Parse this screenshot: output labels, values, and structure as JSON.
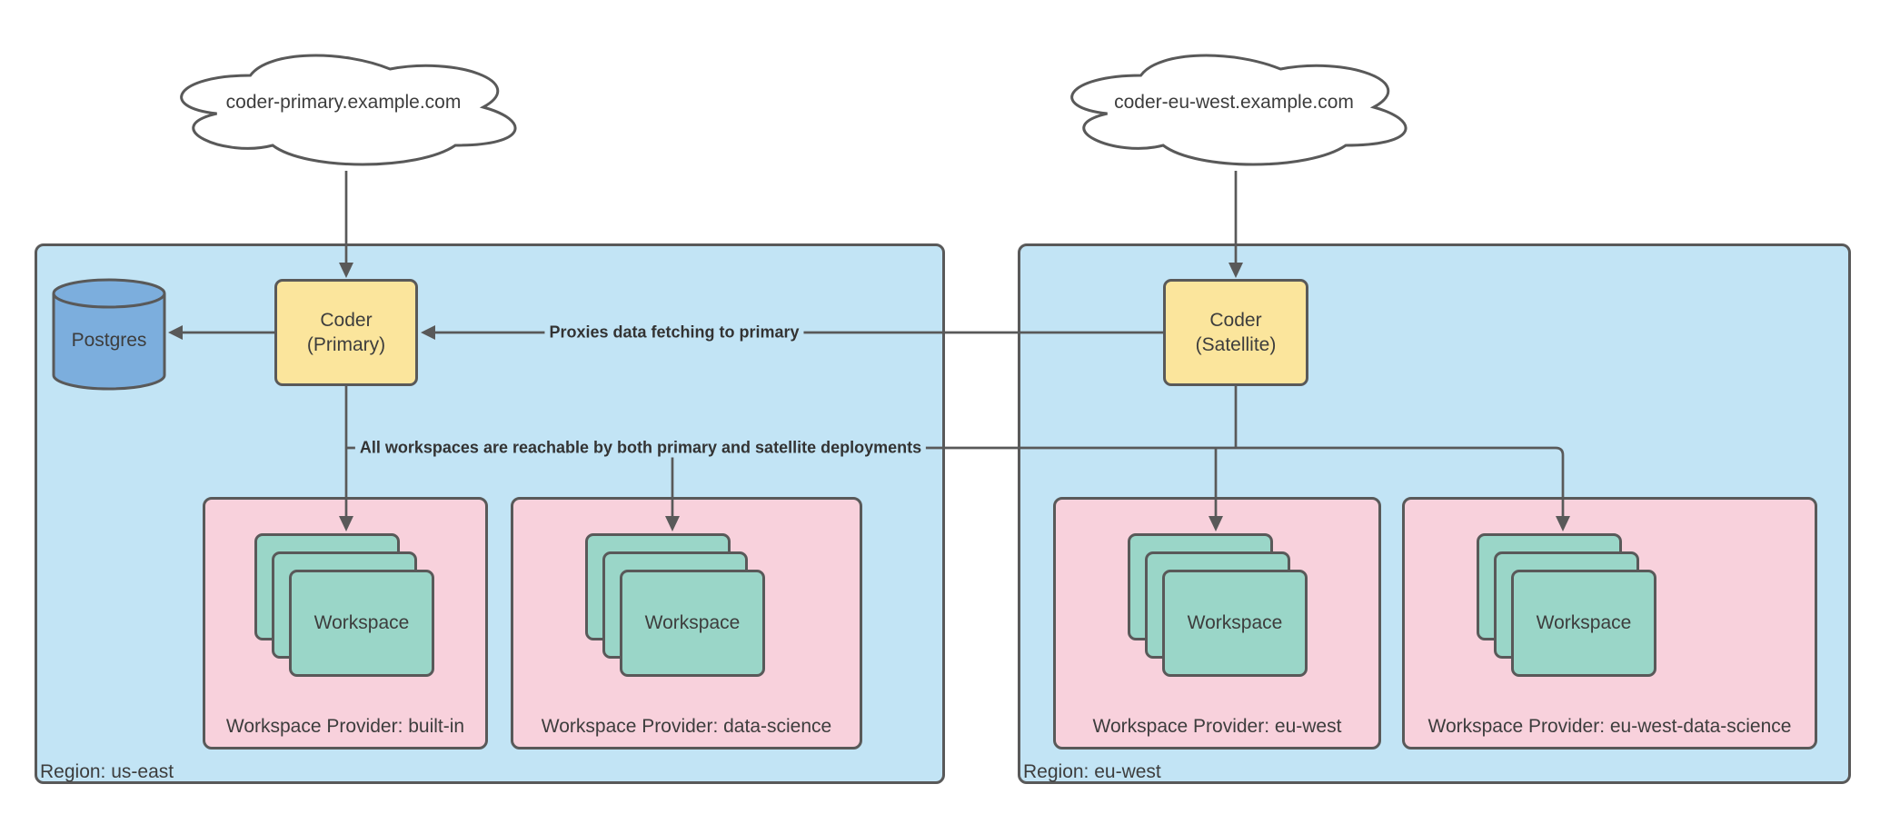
{
  "colors": {
    "region_fill": "#c2e4f5",
    "provider_fill": "#f8d1dc",
    "workspace_fill": "#9ad6c8",
    "coder_fill": "#fbe59c",
    "database_fill": "#7caedd",
    "stroke": "#595959"
  },
  "clouds": {
    "primary": {
      "label": "coder-primary.example.com"
    },
    "satellite": {
      "label": "coder-eu-west.example.com"
    }
  },
  "database": {
    "label": "Postgres"
  },
  "coder_primary": {
    "line1": "Coder",
    "line2": "(Primary)"
  },
  "coder_satellite": {
    "line1": "Coder",
    "line2": "(Satellite)"
  },
  "edges": {
    "proxies_label": "Proxies data fetching to primary",
    "reachable_label": "All workspaces are reachable by both primary and satellite deployments"
  },
  "regions": [
    {
      "label": "Region: us-east",
      "providers": [
        {
          "label": "Workspace Provider: built-in",
          "workspace": "Workspace"
        },
        {
          "label": "Workspace Provider: data-science",
          "workspace": "Workspace"
        }
      ]
    },
    {
      "label": "Region: eu-west",
      "providers": [
        {
          "label": "Workspace Provider: eu-west",
          "workspace": "Workspace"
        },
        {
          "label": "Workspace Provider: eu-west-data-science",
          "workspace": "Workspace"
        }
      ]
    }
  ]
}
